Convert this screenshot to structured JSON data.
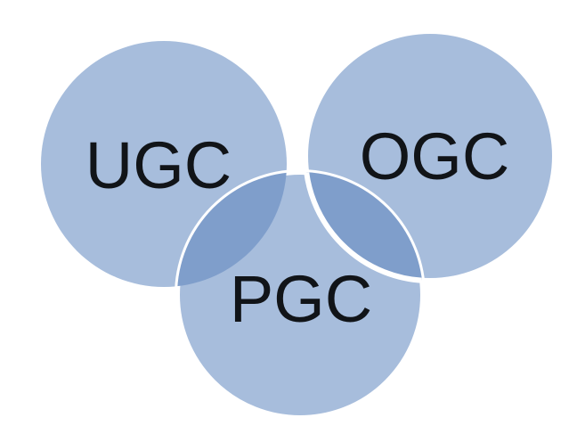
{
  "diagram": {
    "circles": [
      {
        "key": "ugc",
        "label": "UGC"
      },
      {
        "key": "ogc",
        "label": "OGC"
      },
      {
        "key": "pgc",
        "label": "PGC"
      }
    ]
  },
  "colors": {
    "circle_fill": "#a7bddc",
    "overlap_fill": "#7f9ecb",
    "border": "#ffffff",
    "text": "#111418",
    "background": "#ffffff"
  }
}
